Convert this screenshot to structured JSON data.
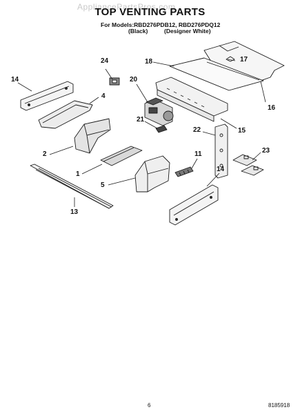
{
  "watermark": "AppliancePartsPros.com",
  "header": {
    "title": "TOP VENTING PARTS",
    "models_line": "For Models:RBD276PDB12, RBD276PDQ12",
    "variant_black": "(Black)",
    "variant_white": "(Designer White)"
  },
  "callouts": {
    "c24": "24",
    "c18": "18",
    "c17": "17",
    "c14a": "14",
    "c4": "4",
    "c20": "20",
    "c16": "16",
    "c21": "21",
    "c15": "15",
    "c22": "22",
    "c2": "2",
    "c11": "11",
    "c23": "23",
    "c1": "1",
    "c14b": "14",
    "c5": "5",
    "c13": "13"
  },
  "footer": {
    "page": "6",
    "doc_number": "8185918"
  }
}
